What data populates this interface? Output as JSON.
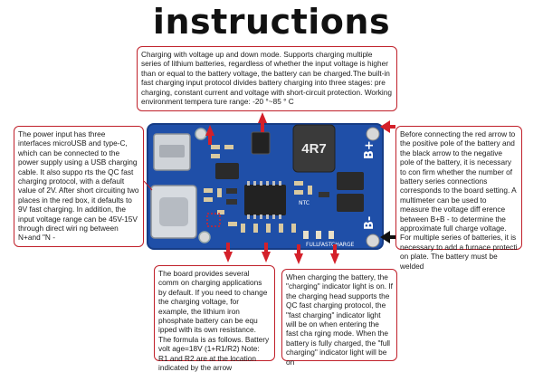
{
  "title": "instructions",
  "notes": {
    "top": "Charging with voltage up and down mode. Supports charging multiple series of lithium batteries, regardless of whether the input voltage is higher than or equal to the battery voltage, the battery can be charged.The built-in fast charging input protocol divides battery charging into three stages: pre charging, constant current and voltage with short-circuit protection. Working environment tempera ture range: -20 °~85 ° C",
    "left": "The power input has three interfaces microUSB and type-C, which can be connected to the power supply using a USB charging cable. It also suppo rts the QC fast charging protocol, with a default value of 2V. After short circuiting two places in the red box, it defaults to 9V fast charging. In addition, the input voltage range can be 45V-15V through direct wiri ng between N+and \"N -",
    "right": "Before connecting the red arrow to the positive pole of the battery and the black arrow to the negative pole of the battery, it is necessary to con firm whether the number of battery series connections corresponds to the board setting. A multimeter can be used to measure the voltage diff erence between B+B - to determine the approximate full charge voltage. For multiple series of batteries, it is necessary to add a furnace protecti on plate. The battery must be welded",
    "bottom_left": "The board provides several comm on charging applications by default. If you need to change the charging voltage, for example, the lithium iron phosphate battery can be equ ipped with its own resistance. The formula is as follows. Battery volt age=18V (1+R1/R2) Note: R1 and R2 are at the location indicated by the arrow",
    "bottom_right": "When charging the battery, the \"charging\" indicator light is on. If the charging head supports the QC fast charging protocol, the \"fast charging\" indicator light will be on when entering the fast cha rging mode. When the battery is fully charged, the \"full charging\" indicator light will be on"
  },
  "board": {
    "inductor_marking": "4R7",
    "silk_b_plus": "B+",
    "silk_b_minus": "B-",
    "silk_full": "FULL",
    "silk_fast": "FAST",
    "silk_charge": "CHARGE",
    "silk_ntc": "NTC"
  },
  "colors": {
    "board": "#1f4fa8",
    "board_edge": "#163c85",
    "callout_border": "#c0202a",
    "arrow": "#d4202a"
  }
}
